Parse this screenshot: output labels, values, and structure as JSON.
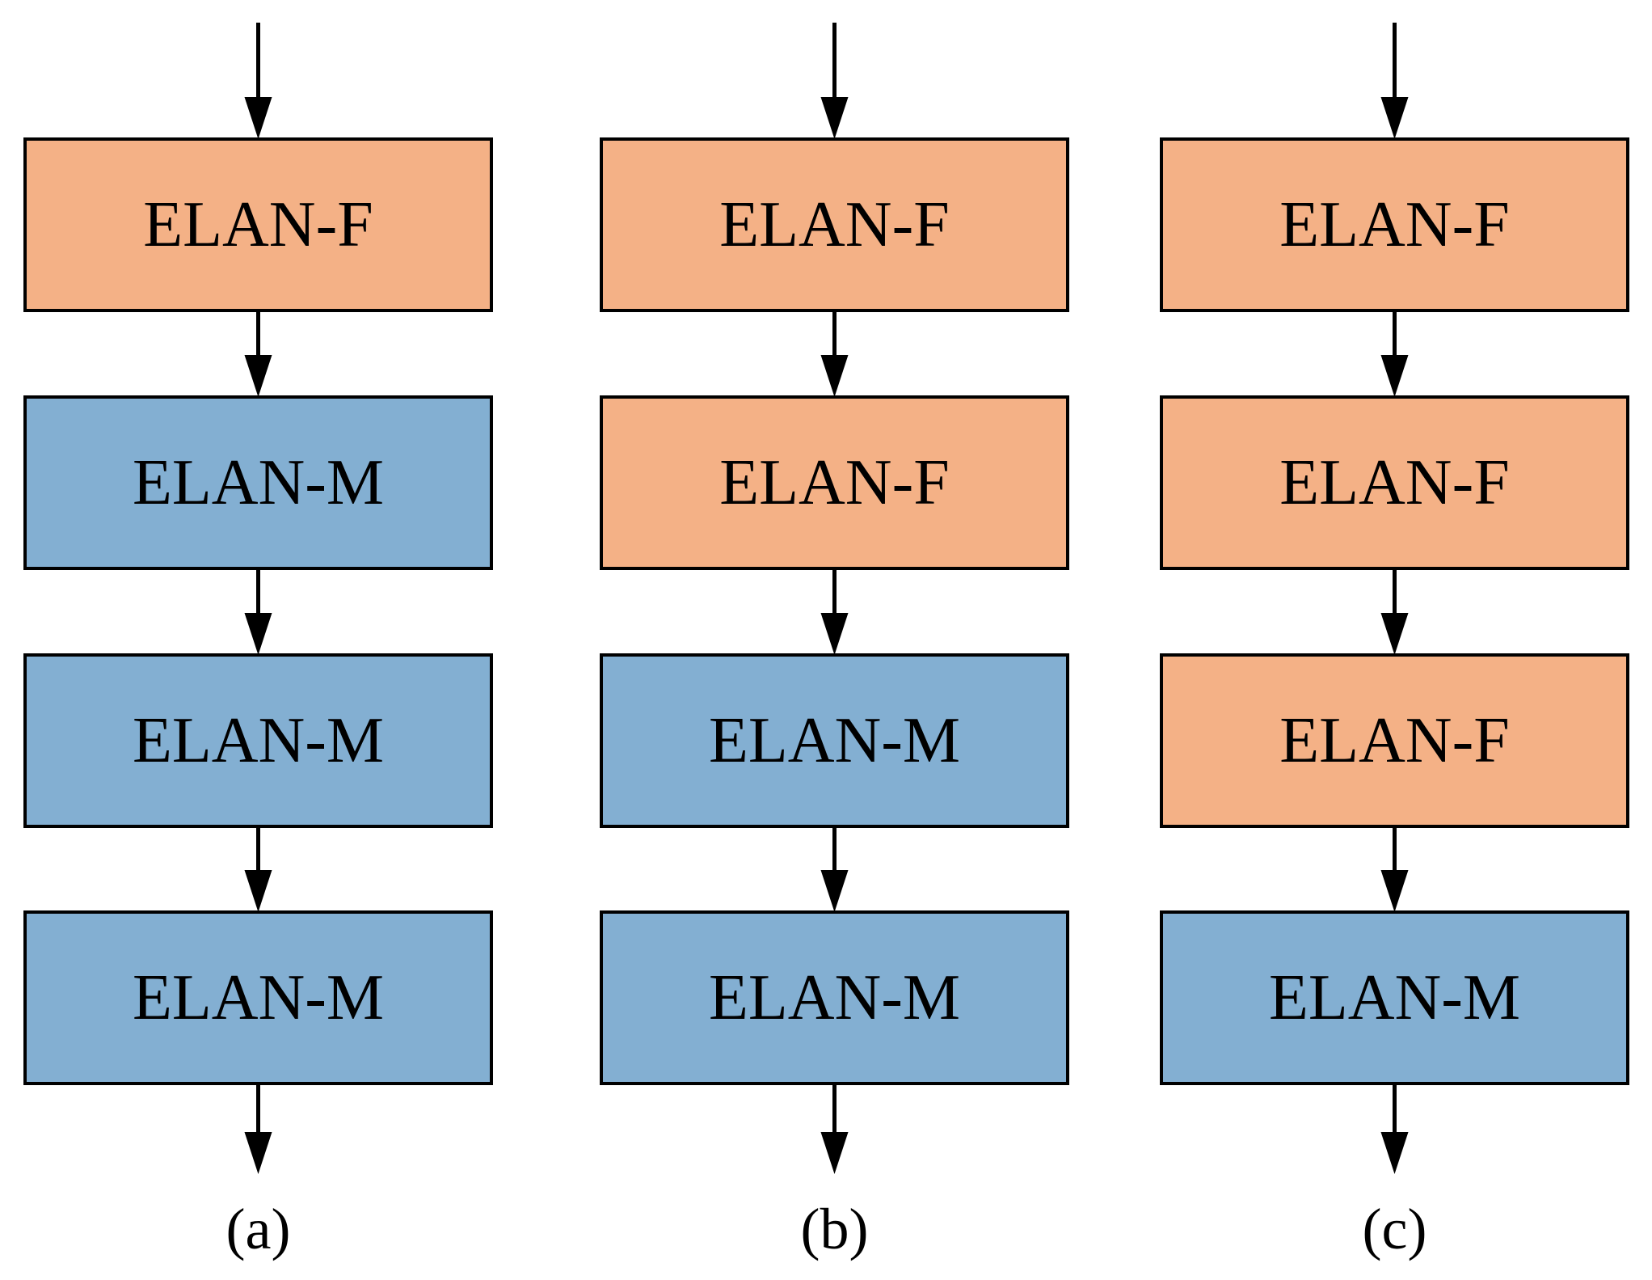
{
  "colors": {
    "ELAN-F": "#f4b186",
    "ELAN-M": "#83afd2",
    "stroke": "#000000"
  },
  "columns": [
    {
      "caption": "(a)",
      "blocks": [
        {
          "label": "ELAN-F",
          "type": "ELAN-F"
        },
        {
          "label": "ELAN-M",
          "type": "ELAN-M"
        },
        {
          "label": "ELAN-M",
          "type": "ELAN-M"
        },
        {
          "label": "ELAN-M",
          "type": "ELAN-M"
        }
      ]
    },
    {
      "caption": "(b)",
      "blocks": [
        {
          "label": "ELAN-F",
          "type": "ELAN-F"
        },
        {
          "label": "ELAN-F",
          "type": "ELAN-F"
        },
        {
          "label": "ELAN-M",
          "type": "ELAN-M"
        },
        {
          "label": "ELAN-M",
          "type": "ELAN-M"
        }
      ]
    },
    {
      "caption": "(c)",
      "blocks": [
        {
          "label": "ELAN-F",
          "type": "ELAN-F"
        },
        {
          "label": "ELAN-F",
          "type": "ELAN-F"
        },
        {
          "label": "ELAN-F",
          "type": "ELAN-F"
        },
        {
          "label": "ELAN-M",
          "type": "ELAN-M"
        }
      ]
    }
  ]
}
